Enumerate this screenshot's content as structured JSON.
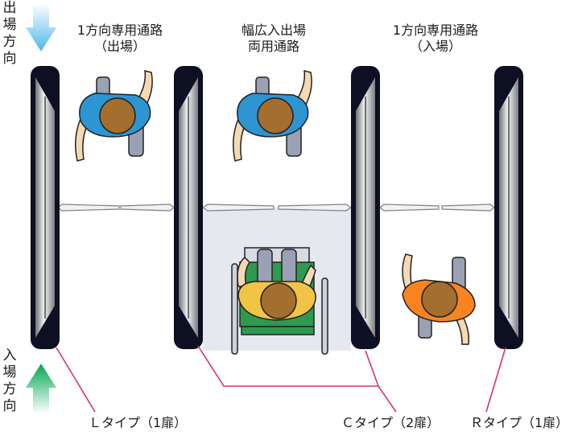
{
  "directions": {
    "exit": "出\n場\n方\n向",
    "entry": "入\n場\n方\n向"
  },
  "lanes": {
    "left": "1方向専用通路\n（出場）",
    "center": "幅広入出場\n両用通路",
    "right": "1方向専用通路\n（入場）"
  },
  "types": {
    "l": "Ｌタイプ（1扉）",
    "c": "Ｃタイプ（2扉）",
    "r": "Ｒタイプ（1扉）"
  },
  "colors": {
    "exit_arrow": "#5fc3ee",
    "entry_arrow": "#00a651",
    "gate_body": "#0d0f22",
    "leader_line": "#d6336c",
    "wide_lane_floor": "#e6e8f0",
    "person_exit_shirt": "#2e95d3",
    "person_entry_shirt": "#f7841f",
    "wheelchair_shirt": "#f2c446",
    "wheelchair_seat": "#2e9a4f"
  }
}
